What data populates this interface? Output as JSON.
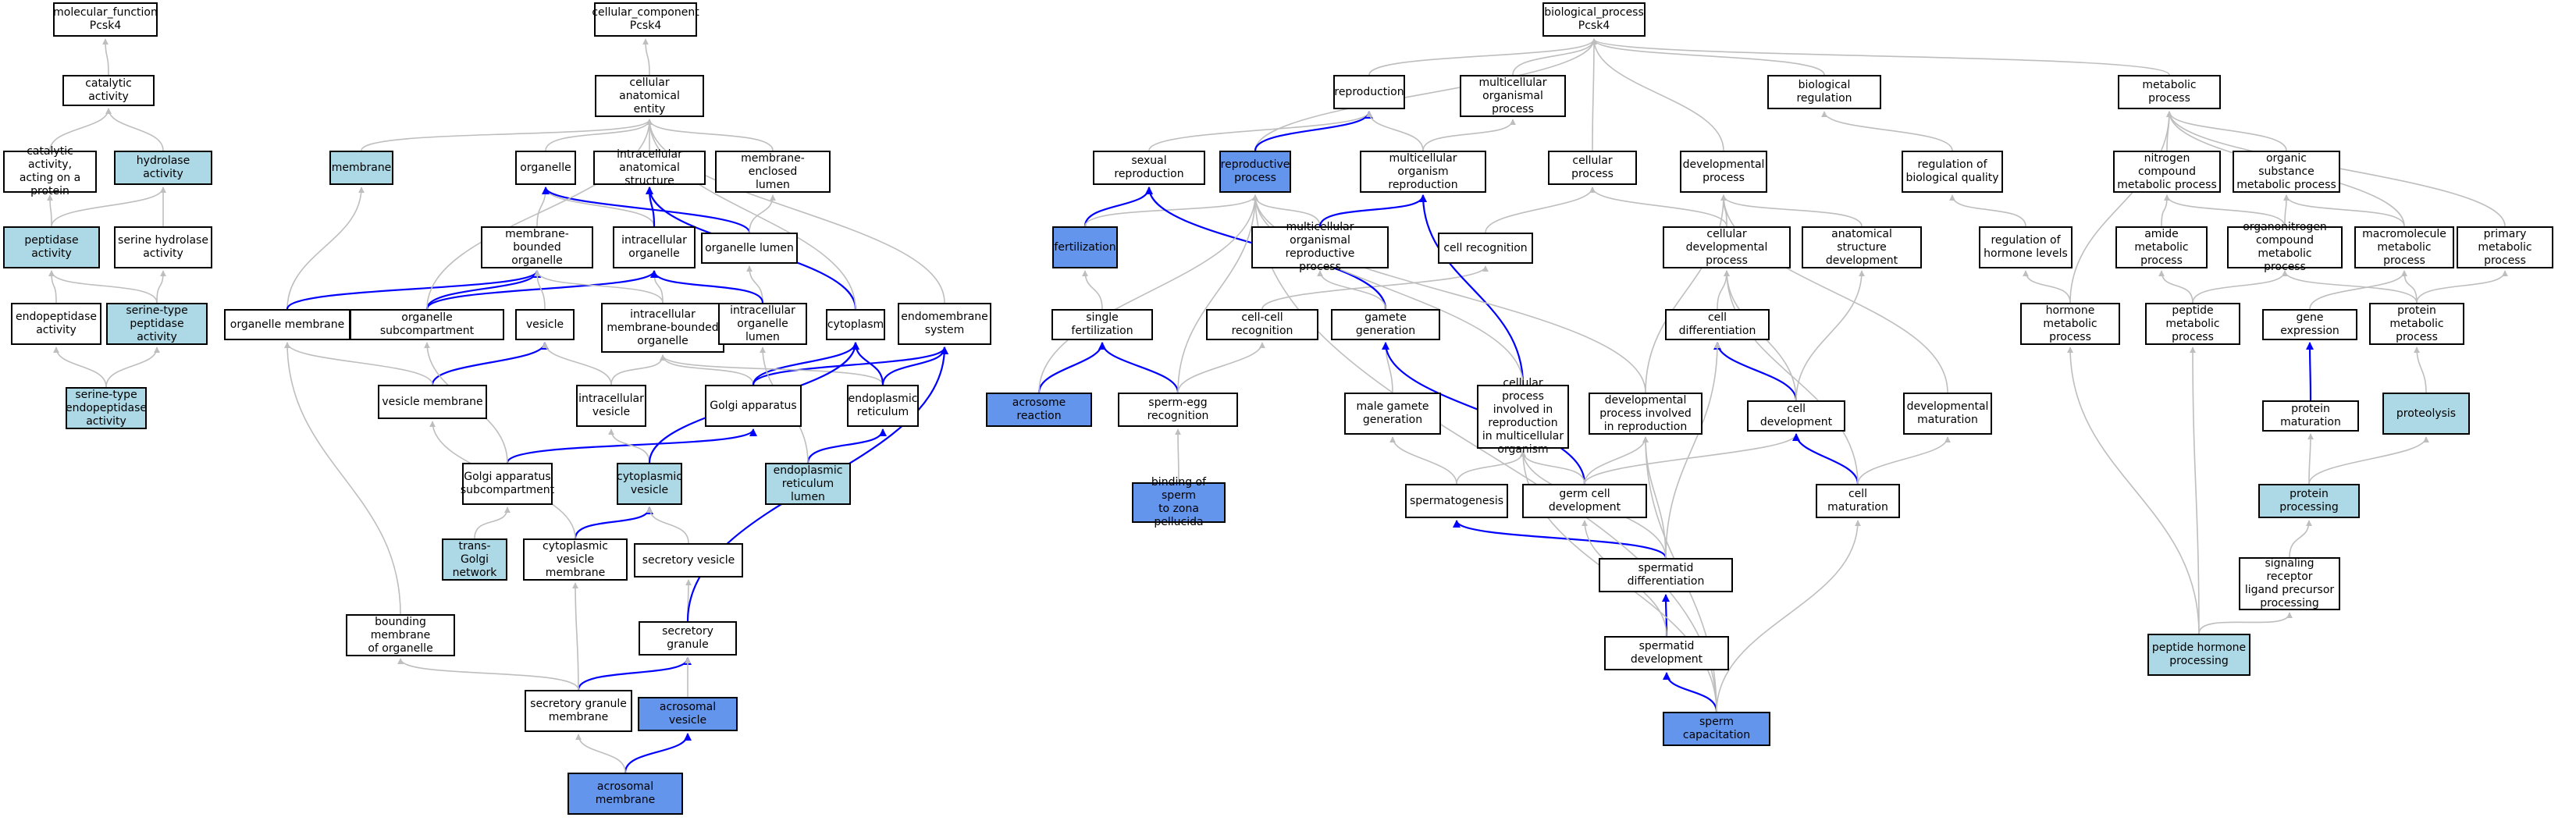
{
  "colors": {
    "light": "#add8e6",
    "dark": "#6495ed",
    "edge_gray": "#bebebe",
    "edge_blue": "#0000ff",
    "border": "#000000"
  },
  "nodes": {
    "mf_root": {
      "label": "molecular_function\nPcsk4",
      "fill": "white"
    },
    "catalytic": {
      "label": "catalytic activity",
      "fill": "white"
    },
    "cat_protein": {
      "label": "catalytic activity,\nacting on a\nprotein",
      "fill": "white"
    },
    "hydrolase": {
      "label": "hydrolase activity",
      "fill": "light"
    },
    "peptidase": {
      "label": "peptidase activity",
      "fill": "light"
    },
    "serine_hydrolase": {
      "label": "serine hydrolase\nactivity",
      "fill": "white"
    },
    "endopeptidase": {
      "label": "endopeptidase\nactivity",
      "fill": "white"
    },
    "serine_peptidase": {
      "label": "serine-type\npeptidase activity",
      "fill": "light"
    },
    "serine_endo": {
      "label": "serine-type\nendopeptidase\nactivity",
      "fill": "light"
    },
    "cc_root": {
      "label": "cellular_component\nPcsk4",
      "fill": "white"
    },
    "cae": {
      "label": "cellular anatomical\nentity",
      "fill": "white"
    },
    "membrane": {
      "label": "membrane",
      "fill": "light"
    },
    "organelle": {
      "label": "organelle",
      "fill": "white"
    },
    "ias": {
      "label": "intracellular\nanatomical structure",
      "fill": "white"
    },
    "mel": {
      "label": "membrane-enclosed\nlumen",
      "fill": "white"
    },
    "mbo": {
      "label": "membrane-bounded\norganelle",
      "fill": "white"
    },
    "io": {
      "label": "intracellular\norganelle",
      "fill": "white"
    },
    "ol": {
      "label": "organelle lumen",
      "fill": "white"
    },
    "om": {
      "label": "organelle membrane",
      "fill": "white"
    },
    "osub": {
      "label": "organelle subcompartment",
      "fill": "white"
    },
    "vesicle": {
      "label": "vesicle",
      "fill": "white"
    },
    "imbo": {
      "label": "intracellular\nmembrane-bounded\norganelle",
      "fill": "white"
    },
    "iol": {
      "label": "intracellular\norganelle lumen",
      "fill": "white"
    },
    "cytoplasm": {
      "label": "cytoplasm",
      "fill": "white"
    },
    "endomem": {
      "label": "endomembrane\nsystem",
      "fill": "white"
    },
    "vm": {
      "label": "vesicle membrane",
      "fill": "white"
    },
    "iv": {
      "label": "intracellular\nvesicle",
      "fill": "white"
    },
    "golgi": {
      "label": "Golgi apparatus",
      "fill": "white"
    },
    "er": {
      "label": "endoplasmic\nreticulum",
      "fill": "white"
    },
    "gas": {
      "label": "Golgi apparatus\nsubcompartment",
      "fill": "white"
    },
    "cv": {
      "label": "cytoplasmic\nvesicle",
      "fill": "light"
    },
    "erl": {
      "label": "endoplasmic\nreticulum lumen",
      "fill": "light"
    },
    "tgn": {
      "label": "trans-Golgi\nnetwork",
      "fill": "light"
    },
    "cvm": {
      "label": "cytoplasmic\nvesicle membrane",
      "fill": "white"
    },
    "sv": {
      "label": "secretory vesicle",
      "fill": "white"
    },
    "bmo": {
      "label": "bounding membrane\nof organelle",
      "fill": "white"
    },
    "sg": {
      "label": "secretory granule",
      "fill": "white"
    },
    "sgm": {
      "label": "secretory granule\nmembrane",
      "fill": "white"
    },
    "av": {
      "label": "acrosomal vesicle",
      "fill": "dark"
    },
    "am": {
      "label": "acrosomal membrane",
      "fill": "dark"
    },
    "bp_root": {
      "label": "biological_process\nPcsk4",
      "fill": "white"
    },
    "reproduction": {
      "label": "reproduction",
      "fill": "white"
    },
    "mop": {
      "label": "multicellular\norganismal process",
      "fill": "white"
    },
    "bio_reg": {
      "label": "biological regulation",
      "fill": "white"
    },
    "metabolic": {
      "label": "metabolic process",
      "fill": "white"
    },
    "sexrep": {
      "label": "sexual reproduction",
      "fill": "white"
    },
    "repproc": {
      "label": "reproductive\nprocess",
      "fill": "dark"
    },
    "mor": {
      "label": "multicellular\norganism reproduction",
      "fill": "white"
    },
    "cellproc": {
      "label": "cellular process",
      "fill": "white"
    },
    "devproc": {
      "label": "developmental\nprocess",
      "fill": "white"
    },
    "rbq": {
      "label": "regulation of\nbiological quality",
      "fill": "white"
    },
    "ncmp": {
      "label": "nitrogen compound\nmetabolic process",
      "fill": "white"
    },
    "osmp": {
      "label": "organic substance\nmetabolic process",
      "fill": "white"
    },
    "fert": {
      "label": "fertilization",
      "fill": "dark"
    },
    "morp": {
      "label": "multicellular\norganismal reproductive\nprocess",
      "fill": "white"
    },
    "cellrec": {
      "label": "cell recognition",
      "fill": "white"
    },
    "cdp": {
      "label": "cellular developmental\nprocess",
      "fill": "white"
    },
    "asd": {
      "label": "anatomical structure\ndevelopment",
      "fill": "white"
    },
    "rhl": {
      "label": "regulation of\nhormone levels",
      "fill": "white"
    },
    "amp": {
      "label": "amide metabolic\nprocess",
      "fill": "white"
    },
    "ocmp": {
      "label": "organonitrogen\ncompound metabolic\nprocess",
      "fill": "white"
    },
    "mmp": {
      "label": "macromolecule\nmetabolic process",
      "fill": "white"
    },
    "pmp": {
      "label": "primary metabolic\nprocess",
      "fill": "white"
    },
    "sf": {
      "label": "single fertilization",
      "fill": "white"
    },
    "ccr": {
      "label": "cell-cell recognition",
      "fill": "white"
    },
    "gg": {
      "label": "gamete generation",
      "fill": "white"
    },
    "cd": {
      "label": "cell differentiation",
      "fill": "white"
    },
    "hmp": {
      "label": "hormone metabolic\nprocess",
      "fill": "white"
    },
    "pepmp": {
      "label": "peptide metabolic\nprocess",
      "fill": "white"
    },
    "ge": {
      "label": "gene expression",
      "fill": "white"
    },
    "protmp": {
      "label": "protein metabolic\nprocess",
      "fill": "white"
    },
    "ar": {
      "label": "acrosome reaction",
      "fill": "dark"
    },
    "ser": {
      "label": "sperm-egg recognition",
      "fill": "white"
    },
    "mgg": {
      "label": "male gamete\ngeneration",
      "fill": "white"
    },
    "cpimo": {
      "label": "cellular process\ninvolved in\nreproduction\nin multicellular\norganism",
      "fill": "white"
    },
    "dpir": {
      "label": "developmental\nprocess involved\nin reproduction",
      "fill": "white"
    },
    "celldev": {
      "label": "cell development",
      "fill": "white"
    },
    "devmat": {
      "label": "developmental\nmaturation",
      "fill": "white"
    },
    "pm": {
      "label": "protein maturation",
      "fill": "white"
    },
    "proteolysis": {
      "label": "proteolysis",
      "fill": "light"
    },
    "bszp": {
      "label": "binding of sperm\nto zona pellucida",
      "fill": "dark"
    },
    "sperm": {
      "label": "spermatogenesis",
      "fill": "white"
    },
    "gcd": {
      "label": "germ cell development",
      "fill": "white"
    },
    "cellmat": {
      "label": "cell maturation",
      "fill": "white"
    },
    "pp": {
      "label": "protein processing",
      "fill": "light"
    },
    "sd": {
      "label": "spermatid differentiation",
      "fill": "white"
    },
    "srlpp": {
      "label": "signaling receptor\nligand precursor\nprocessing",
      "fill": "white"
    },
    "sdev": {
      "label": "spermatid development",
      "fill": "white"
    },
    "php": {
      "label": "peptide hormone\nprocessing",
      "fill": "light"
    },
    "spcap": {
      "label": "sperm capacitation",
      "fill": "dark"
    }
  },
  "edges": [
    [
      "catalytic",
      "mf_root",
      "g"
    ],
    [
      "cat_protein",
      "catalytic",
      "g"
    ],
    [
      "hydrolase",
      "catalytic",
      "g"
    ],
    [
      "peptidase",
      "cat_protein",
      "g"
    ],
    [
      "peptidase",
      "hydrolase",
      "g"
    ],
    [
      "serine_hydrolase",
      "hydrolase",
      "g"
    ],
    [
      "endopeptidase",
      "peptidase",
      "g"
    ],
    [
      "serine_peptidase",
      "peptidase",
      "g"
    ],
    [
      "serine_peptidase",
      "serine_hydrolase",
      "g"
    ],
    [
      "serine_endo",
      "endopeptidase",
      "g"
    ],
    [
      "serine_endo",
      "serine_peptidase",
      "g"
    ],
    [
      "cae",
      "cc_root",
      "g"
    ],
    [
      "membrane",
      "cae",
      "g"
    ],
    [
      "organelle",
      "cae",
      "g"
    ],
    [
      "ias",
      "cae",
      "g"
    ],
    [
      "mel",
      "cae",
      "g"
    ],
    [
      "mbo",
      "organelle",
      "g"
    ],
    [
      "io",
      "organelle",
      "g"
    ],
    [
      "io",
      "ias",
      "b"
    ],
    [
      "ol",
      "organelle",
      "b"
    ],
    [
      "ol",
      "mel",
      "g"
    ],
    [
      "om",
      "membrane",
      "g"
    ],
    [
      "om",
      "mbo",
      "b"
    ],
    [
      "osub",
      "mbo",
      "b"
    ],
    [
      "osub",
      "io",
      "b"
    ],
    [
      "osub",
      "cae",
      "g"
    ],
    [
      "vesicle",
      "mbo",
      "g"
    ],
    [
      "imbo",
      "mbo",
      "g"
    ],
    [
      "imbo",
      "io",
      "g"
    ],
    [
      "iol",
      "ol",
      "g"
    ],
    [
      "iol",
      "io",
      "b"
    ],
    [
      "cytoplasm",
      "ias",
      "b"
    ],
    [
      "cytoplasm",
      "cae",
      "g"
    ],
    [
      "endomem",
      "cae",
      "g"
    ],
    [
      "vm",
      "vesicle",
      "b"
    ],
    [
      "vm",
      "om",
      "g"
    ],
    [
      "iv",
      "vesicle",
      "g"
    ],
    [
      "iv",
      "imbo",
      "g"
    ],
    [
      "golgi",
      "imbo",
      "g"
    ],
    [
      "golgi",
      "cytoplasm",
      "b"
    ],
    [
      "golgi",
      "endomem",
      "b"
    ],
    [
      "er",
      "imbo",
      "g"
    ],
    [
      "er",
      "cytoplasm",
      "b"
    ],
    [
      "er",
      "endomem",
      "b"
    ],
    [
      "gas",
      "golgi",
      "b"
    ],
    [
      "gas",
      "osub",
      "g"
    ],
    [
      "cv",
      "iv",
      "g"
    ],
    [
      "cv",
      "cytoplasm",
      "b"
    ],
    [
      "erl",
      "er",
      "b"
    ],
    [
      "erl",
      "iol",
      "g"
    ],
    [
      "tgn",
      "gas",
      "g"
    ],
    [
      "cvm",
      "cv",
      "b"
    ],
    [
      "cvm",
      "vm",
      "g"
    ],
    [
      "sv",
      "cv",
      "g"
    ],
    [
      "sg",
      "sv",
      "g"
    ],
    [
      "sg",
      "endomem",
      "b"
    ],
    [
      "sgm",
      "sg",
      "b"
    ],
    [
      "sgm",
      "cvm",
      "g"
    ],
    [
      "sgm",
      "bmo",
      "g"
    ],
    [
      "av",
      "sg",
      "g"
    ],
    [
      "am",
      "av",
      "b"
    ],
    [
      "am",
      "sgm",
      "g"
    ],
    [
      "bmo",
      "om",
      "g"
    ],
    [
      "reproduction",
      "bp_root",
      "g"
    ],
    [
      "mop",
      "bp_root",
      "g"
    ],
    [
      "bio_reg",
      "bp_root",
      "g"
    ],
    [
      "metabolic",
      "bp_root",
      "g"
    ],
    [
      "cellproc",
      "bp_root",
      "g"
    ],
    [
      "devproc",
      "bp_root",
      "g"
    ],
    [
      "repproc",
      "bp_root",
      "g"
    ],
    [
      "sexrep",
      "reproduction",
      "g"
    ],
    [
      "repproc",
      "reproduction",
      "b"
    ],
    [
      "mor",
      "reproduction",
      "g"
    ],
    [
      "mor",
      "mop",
      "g"
    ],
    [
      "rbq",
      "bio_reg",
      "g"
    ],
    [
      "ncmp",
      "metabolic",
      "g"
    ],
    [
      "osmp",
      "metabolic",
      "g"
    ],
    [
      "pmp",
      "metabolic",
      "g"
    ],
    [
      "mmp",
      "metabolic",
      "g"
    ],
    [
      "hmp",
      "metabolic",
      "g"
    ],
    [
      "fert",
      "sexrep",
      "b"
    ],
    [
      "fert",
      "repproc",
      "g"
    ],
    [
      "morp",
      "repproc",
      "g"
    ],
    [
      "morp",
      "mor",
      "b"
    ],
    [
      "cellrec",
      "cellproc",
      "g"
    ],
    [
      "cdp",
      "cellproc",
      "g"
    ],
    [
      "cdp",
      "devproc",
      "g"
    ],
    [
      "asd",
      "devproc",
      "g"
    ],
    [
      "rhl",
      "rbq",
      "g"
    ],
    [
      "amp",
      "ncmp",
      "g"
    ],
    [
      "ocmp",
      "ncmp",
      "g"
    ],
    [
      "ocmp",
      "osmp",
      "g"
    ],
    [
      "mmp",
      "osmp",
      "g"
    ],
    [
      "sf",
      "fert",
      "g"
    ],
    [
      "ccr",
      "cellrec",
      "g"
    ],
    [
      "gg",
      "sexrep",
      "b"
    ],
    [
      "gg",
      "morp",
      "g"
    ],
    [
      "cd",
      "cdp",
      "g"
    ],
    [
      "hmp",
      "rhl",
      "g"
    ],
    [
      "pepmp",
      "amp",
      "g"
    ],
    [
      "pepmp",
      "ocmp",
      "g"
    ],
    [
      "ge",
      "mmp",
      "g"
    ],
    [
      "protmp",
      "ocmp",
      "g"
    ],
    [
      "protmp",
      "mmp",
      "g"
    ],
    [
      "protmp",
      "pmp",
      "g"
    ],
    [
      "ar",
      "sf",
      "b"
    ],
    [
      "ar",
      "repproc",
      "g"
    ],
    [
      "ser",
      "sf",
      "b"
    ],
    [
      "ser",
      "ccr",
      "g"
    ],
    [
      "ser",
      "repproc",
      "g"
    ],
    [
      "mgg",
      "gg",
      "g"
    ],
    [
      "cpimo",
      "mor",
      "b"
    ],
    [
      "cpimo",
      "repproc",
      "g"
    ],
    [
      "dpir",
      "repproc",
      "g"
    ],
    [
      "dpir",
      "devproc",
      "g"
    ],
    [
      "celldev",
      "cd",
      "b"
    ],
    [
      "celldev",
      "cdp",
      "g"
    ],
    [
      "celldev",
      "asd",
      "g"
    ],
    [
      "devmat",
      "devproc",
      "g"
    ],
    [
      "pm",
      "ge",
      "b"
    ],
    [
      "proteolysis",
      "protmp",
      "g"
    ],
    [
      "bszp",
      "ser",
      "g"
    ],
    [
      "sperm",
      "mgg",
      "g"
    ],
    [
      "sperm",
      "cpimo",
      "g"
    ],
    [
      "gcd",
      "gg",
      "b"
    ],
    [
      "gcd",
      "celldev",
      "g"
    ],
    [
      "gcd",
      "cpimo",
      "g"
    ],
    [
      "gcd",
      "dpir",
      "g"
    ],
    [
      "cellmat",
      "celldev",
      "b"
    ],
    [
      "cellmat",
      "devmat",
      "g"
    ],
    [
      "cellmat",
      "cdp",
      "g"
    ],
    [
      "pp",
      "pm",
      "g"
    ],
    [
      "pp",
      "proteolysis",
      "g"
    ],
    [
      "sd",
      "sperm",
      "b"
    ],
    [
      "sd",
      "cd",
      "g"
    ],
    [
      "sd",
      "dpir",
      "g"
    ],
    [
      "sd",
      "cpimo",
      "g"
    ],
    [
      "srlpp",
      "pp",
      "g"
    ],
    [
      "sdev",
      "sd",
      "b"
    ],
    [
      "sdev",
      "gcd",
      "g"
    ],
    [
      "php",
      "srlpp",
      "g"
    ],
    [
      "php",
      "hmp",
      "g"
    ],
    [
      "php",
      "pepmp",
      "g"
    ],
    [
      "spcap",
      "sdev",
      "b"
    ],
    [
      "spcap",
      "cellmat",
      "g"
    ],
    [
      "spcap",
      "dpir",
      "g"
    ],
    [
      "spcap",
      "cpimo",
      "g"
    ],
    [
      "spcap",
      "repproc",
      "g"
    ]
  ]
}
